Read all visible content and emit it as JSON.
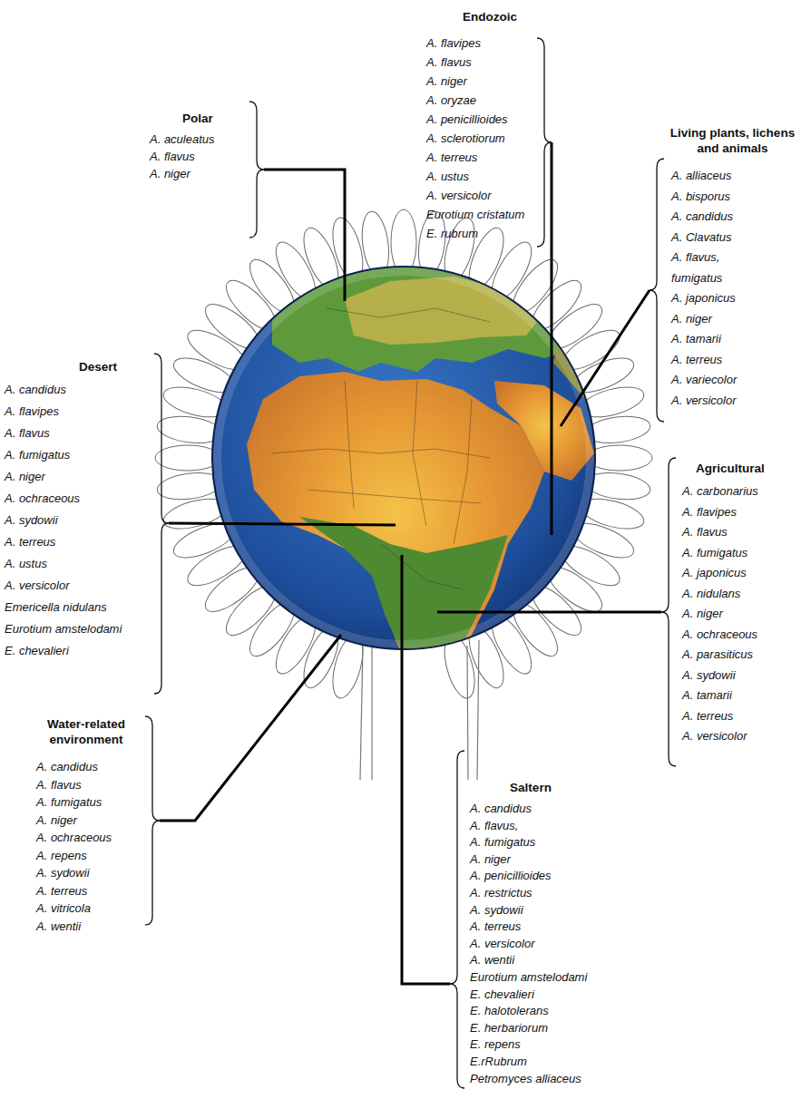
{
  "diagram": {
    "labels": [
      "Endozoic",
      "A. flavipes",
      "A. flavus",
      "A. niger",
      "A. oryzae",
      "A. penicillioides",
      "A. sclerotiorum",
      "A. terreus",
      "A. ustus",
      "A. versicolor",
      "Eurotium cristatum",
      "E. rubrum",
      "Polar",
      "A. aculeatus",
      "A. flavus",
      "A. niger",
      "Living plants, lichens and animals",
      "A. alliaceus",
      "A. bisporus",
      "A. candidus",
      "A. Clavatus",
      "A. flavus,",
      "fumigatus",
      "A. japonicus",
      "A. niger",
      "A. tamarii",
      "A. terreus",
      "A. variecolor",
      "A. versicolor",
      "Desert",
      "A. candidus",
      "A. flavipes",
      "A. flavus",
      "A. fumigatus",
      "A. niger",
      "A. ochraceous",
      "A. sydowii",
      "A. terreus",
      "A. ustus",
      "A. versicolor",
      "Emericella nidulans",
      "Eurotium amstelodami",
      "E. chevalieri",
      "Agricultural",
      "A. carbonarius",
      "A. flavipes",
      "A. flavus",
      "A. fumigatus",
      "A. japonicus",
      "A. nidulans",
      "A. niger",
      "A. ochraceous",
      "A. parasiticus",
      "A. sydowii",
      "A. tamarii",
      "A. terreus",
      "A. versicolor",
      "Water-related environment",
      "A. candidus",
      "A. flavus",
      "A. fumigatus",
      "A. niger",
      "A. ochraceous",
      "A. repens",
      "A. sydowii",
      "A. terreus",
      "A. vitricola",
      "A. wentii",
      "Saltern",
      "A. candidus",
      "A. flavus,",
      "A. fumigatus",
      "A. niger",
      "A. penicillioides",
      "A. restrictus",
      "A. sydowii",
      "A. terreus",
      "A. versicolor",
      "A. wentii",
      "Eurotium amstelodami",
      "E. chevalieri",
      "E. halotolerans",
      "E. herbariorum",
      "E. repens",
      "E.rRubrum",
      "Petromyces alliaceus"
    ]
  }
}
